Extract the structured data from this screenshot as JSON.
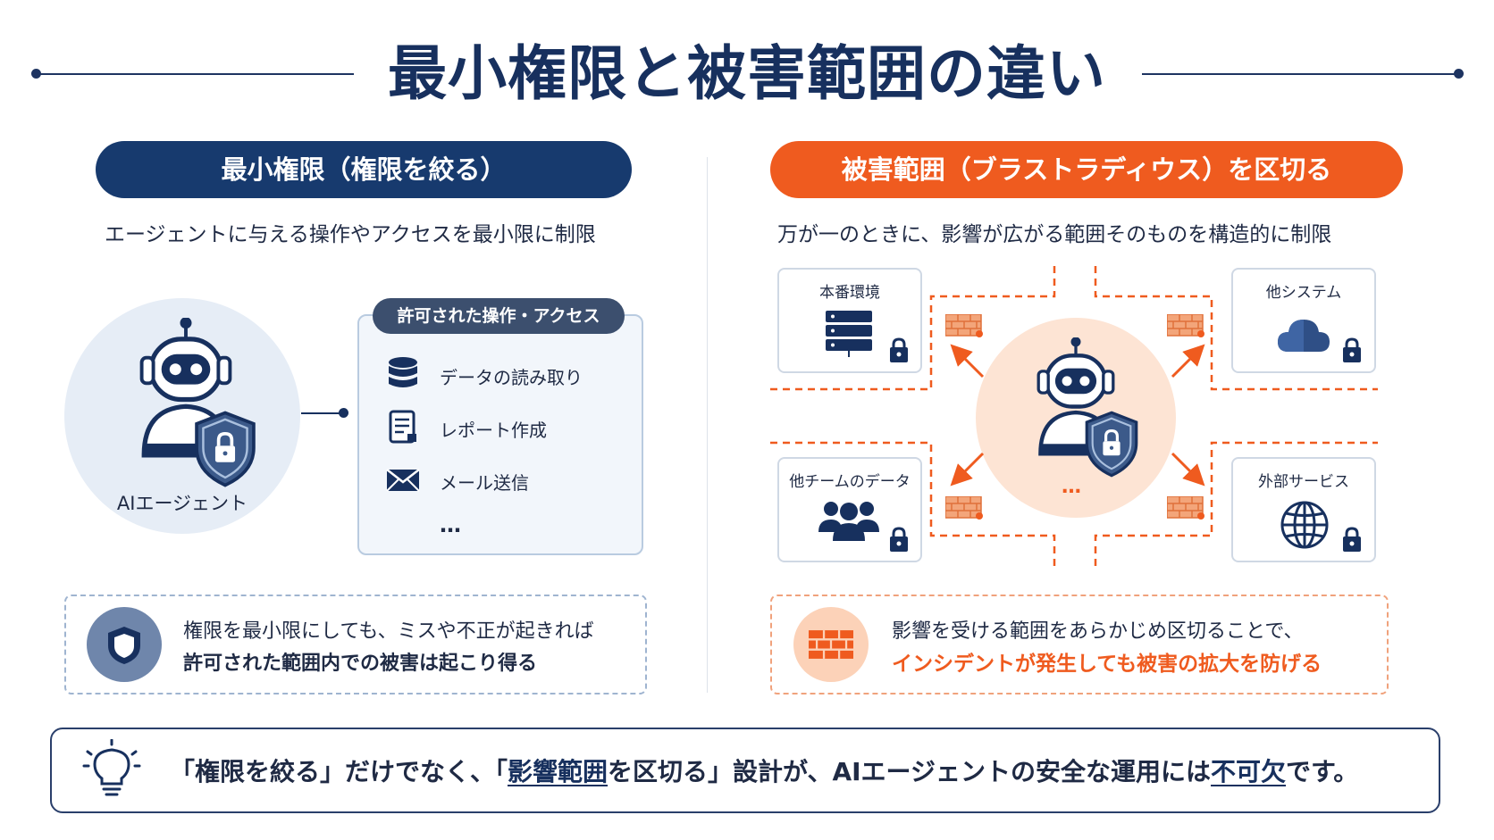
{
  "title": "最小権限と被害範囲の違い",
  "colors": {
    "navy": "#173a6e",
    "orange": "#ef5b1f",
    "light_blue": "#e6edf6",
    "light_orange": "#fde4d4"
  },
  "left": {
    "header": "最小権限（権限を絞る）",
    "subtitle": "エージェントに与える操作やアクセスを最小限に制限",
    "agent_label": "AIエージェント",
    "allowed_title": "許可された操作・アクセス",
    "allowed_items": [
      {
        "label": "データの読み取り",
        "icon": "database-icon"
      },
      {
        "label": "レポート作成",
        "icon": "document-icon"
      },
      {
        "label": "メール送信",
        "icon": "mail-icon"
      }
    ],
    "more": "…",
    "note": {
      "line1": "権限を最小限にしても、ミスや不正が起きれば",
      "line2": "許可された範囲内での被害は起こり得る",
      "icon": "shield-icon"
    }
  },
  "right": {
    "header": "被害範囲（ブラストラディウス）を区切る",
    "subtitle": "万が一のときに、影響が広がる範囲そのものを構造的に制限",
    "resources": [
      {
        "label": "本番環境",
        "icon": "server-icon"
      },
      {
        "label": "他システム",
        "icon": "cloud-icon"
      },
      {
        "label": "他チームのデータ",
        "icon": "users-icon"
      },
      {
        "label": "外部サービス",
        "icon": "globe-icon"
      }
    ],
    "center_more": "…",
    "note": {
      "line1": "影響を受ける範囲をあらかじめ区切ることで、",
      "line2": "インシデントが発生しても被害の拡大を防げる",
      "icon": "firewall-icon"
    }
  },
  "bottom": {
    "icon": "lightbulb-icon",
    "part1": "「権限を絞る」だけでなく、「",
    "part2": "影響範囲",
    "part3": "を区切る」設計が、AIエージェントの安全な運用には",
    "part4": "不可欠",
    "part5": "です。"
  }
}
